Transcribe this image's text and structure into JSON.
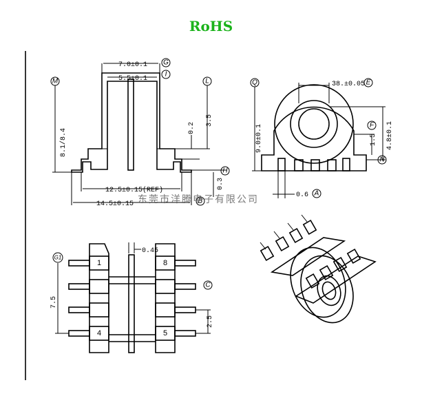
{
  "header": {
    "badge": "RoHS",
    "badge_color": "#1bb31b"
  },
  "watermark": "东莞市洋腾电子有限公司",
  "front_view": {
    "dims": {
      "top_width": "7.0±0.1",
      "inner_width": "5.5±0.1",
      "height": "8.1/8.4",
      "flange_right": "3.5",
      "step": "0.2",
      "foot": "0.3",
      "span_ref": "12.5±0.15(REF)",
      "total_width": "14.5±0.15"
    },
    "datums": {
      "m": "M",
      "g": "G",
      "i": "I",
      "l": "L",
      "h": "H",
      "b": "B"
    }
  },
  "side_view": {
    "dims": {
      "bore": "38.±0.05",
      "height": "9.0±0.1",
      "pin_height": "4.8±0.1",
      "pin_offset": "1.5",
      "pin_width": "0.6"
    },
    "datums": {
      "q": "Q",
      "e": "E",
      "f": "F",
      "n": "N",
      "a": "A"
    }
  },
  "top_view": {
    "dims": {
      "slot": "0.45",
      "pitch_total": "7.5",
      "pitch": "2.5"
    },
    "datums": {
      "g1": "G1",
      "c": "C"
    },
    "pins": [
      "1",
      "8",
      "4",
      "5"
    ]
  },
  "colors": {
    "line": "#000000",
    "background": "#ffffff"
  }
}
